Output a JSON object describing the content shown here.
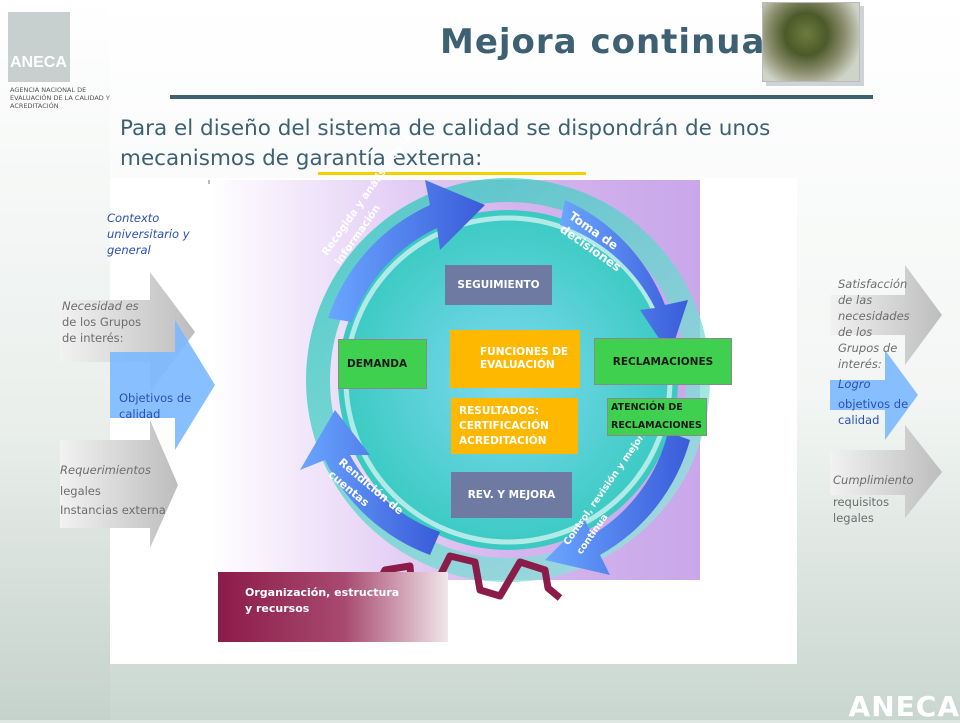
{
  "header": {
    "logo_text": "ANECA",
    "logo_subtitle": "AGENCIA NACIONAL DE EVALUACIÓN DE LA CALIDAD Y ACREDITACIÓN",
    "title": "Mejora continua",
    "subtitle": "Para el diseño del sistema de calidad se dispondrán de unos mecanismos de garantía externa:"
  },
  "left_inputs": {
    "context": "Contexto universitario y general",
    "needs_italic": "Necesidad es",
    "needs_rest": "de los Grupos de interés:",
    "objectives": "Objetivos de calidad",
    "requirements_italic": "Requerimientos",
    "requirements_1": "legales",
    "requirements_2": "Instancias externa"
  },
  "right_outputs": {
    "satisfaction": "Satisfacción de las necesidades de los Grupos de interés:",
    "achievement_italic": "Logro",
    "achievement_rest": "objetivos de calidad",
    "compliance_italic": "Cumplimiento",
    "compliance_rest": "requisitos legales"
  },
  "cycle": {
    "arc_collect": "Recogida y análisis de la información",
    "arc_decisions": "Toma de decisiones",
    "arc_accountability": "Rendición de cuentas",
    "arc_review": "Control, revisión y mejora continua"
  },
  "boxes": {
    "seguimiento": "SEGUIMIENTO",
    "demanda": "DEMANDA",
    "funciones": "FUNCIONES DE EVALUACIÓN",
    "reclamaciones": "RECLAMACIONES",
    "resultados_1": "RESULTADOS:",
    "resultados_2": "CERTIFICACIÓN",
    "resultados_3": "ACREDITACIÓN",
    "atencion_1": "ATENCIÓN DE",
    "atencion_2": "RECLAMACIONES",
    "rev": "REV. Y MEJORA"
  },
  "organization": "Organización, estructura y recursos",
  "footer_logo": "ANECA",
  "colors": {
    "title": "#3d6173",
    "accent_yellow": "#f0d000",
    "box_dark": "#6f7aa3",
    "box_green": "#3fd04f",
    "box_orange": "#ffb800",
    "org": "#8b1b48",
    "cycle": "#2fc9c0",
    "arrow_blue": "#3a5bd9"
  }
}
